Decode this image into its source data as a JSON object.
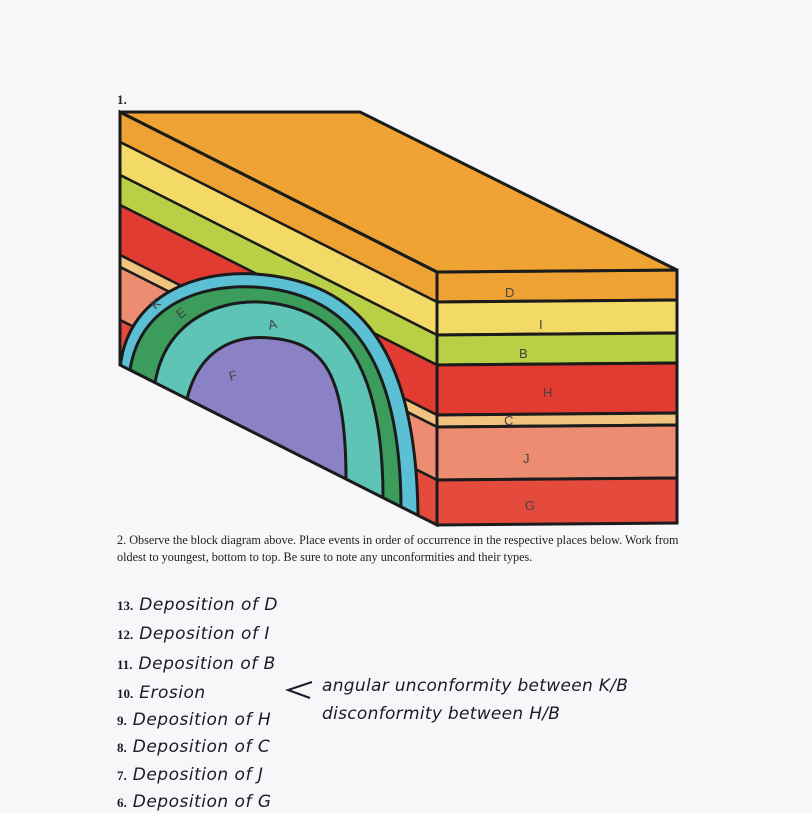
{
  "question_1": {
    "number": "1."
  },
  "diagram": {
    "front_labels": [
      "D",
      "I",
      "B",
      "H",
      "C",
      "J",
      "G"
    ],
    "fold_labels": {
      "K": "K",
      "E": "E",
      "A": "A",
      "F": "F"
    },
    "colors": {
      "top": "#efa332",
      "D": "#eea234",
      "I": "#f3d966",
      "B": "#b9cf45",
      "H": "#e23b31",
      "C": "#f1c37e",
      "J": "#ec8c70",
      "G": "#e54b3c",
      "K": "#5cc0d4",
      "E": "#3b9c5c",
      "A": "#5ec5b6",
      "F": "#8b82c6",
      "outline": "#1b1b1b"
    }
  },
  "question_2": {
    "text": "2. Observe the block diagram above. Place events in order of occurrence in the respective places below. Work from oldest to youngest, bottom to top. Be sure to note any unconformities and their types."
  },
  "answers": [
    {
      "num": "13.",
      "text": "Deposition of D"
    },
    {
      "num": "12.",
      "text": "Deposition of I"
    },
    {
      "num": "11.",
      "text": "Deposition of B"
    },
    {
      "num": "10.",
      "text": "Erosion"
    },
    {
      "num": "9.",
      "text": "Deposition of H"
    },
    {
      "num": "8.",
      "text": "Deposition of C"
    },
    {
      "num": "7.",
      "text": "Deposition of J"
    },
    {
      "num": "6.",
      "text": "Deposition of G"
    }
  ],
  "notes": [
    "angular unconformity between K/B",
    "disconformity between H/B"
  ]
}
